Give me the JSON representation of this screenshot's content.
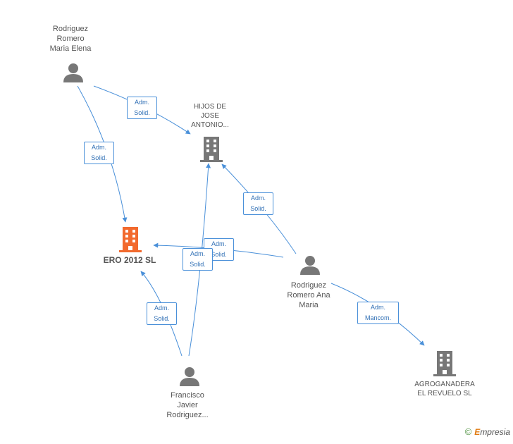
{
  "nodes": {
    "rodriguez_maria_elena": {
      "type": "person",
      "lines": [
        "Rodriguez",
        "Romero",
        "Maria Elena"
      ]
    },
    "hijos_de_jose": {
      "type": "company",
      "lines": [
        "HIJOS DE",
        "JOSE",
        "ANTONIO..."
      ]
    },
    "ero_2012": {
      "type": "company",
      "focus": true,
      "lines": [
        "ERO 2012 SL"
      ]
    },
    "rodriguez_ana_maria": {
      "type": "person",
      "lines": [
        "Rodriguez",
        "Romero Ana",
        "Maria"
      ]
    },
    "francisco_javier": {
      "type": "person",
      "lines": [
        "Francisco",
        "Javier",
        "Rodriguez..."
      ]
    },
    "agroganadera": {
      "type": "company",
      "lines": [
        "AGROGANADERA",
        "EL REVUELO SL"
      ]
    }
  },
  "edge_labels": {
    "e1": [
      "Adm.",
      "Solid."
    ],
    "e2": [
      "Adm.",
      "Solid."
    ],
    "e3": [
      "Adm.",
      "Solid."
    ],
    "e4": [
      "Adm.",
      "Solid."
    ],
    "e5": [
      "Adm.",
      "Solid."
    ],
    "e6": [
      "Adm.",
      "Solid."
    ],
    "e7": [
      "Adm.",
      "Mancom."
    ]
  },
  "colors": {
    "edge": "#4a90d9",
    "person_icon": "#777777",
    "company_icon": "#777777",
    "focus_icon": "#f26a2e"
  },
  "footer": {
    "copyright": "©",
    "brand_first": "E",
    "brand_rest": "mpresia"
  }
}
